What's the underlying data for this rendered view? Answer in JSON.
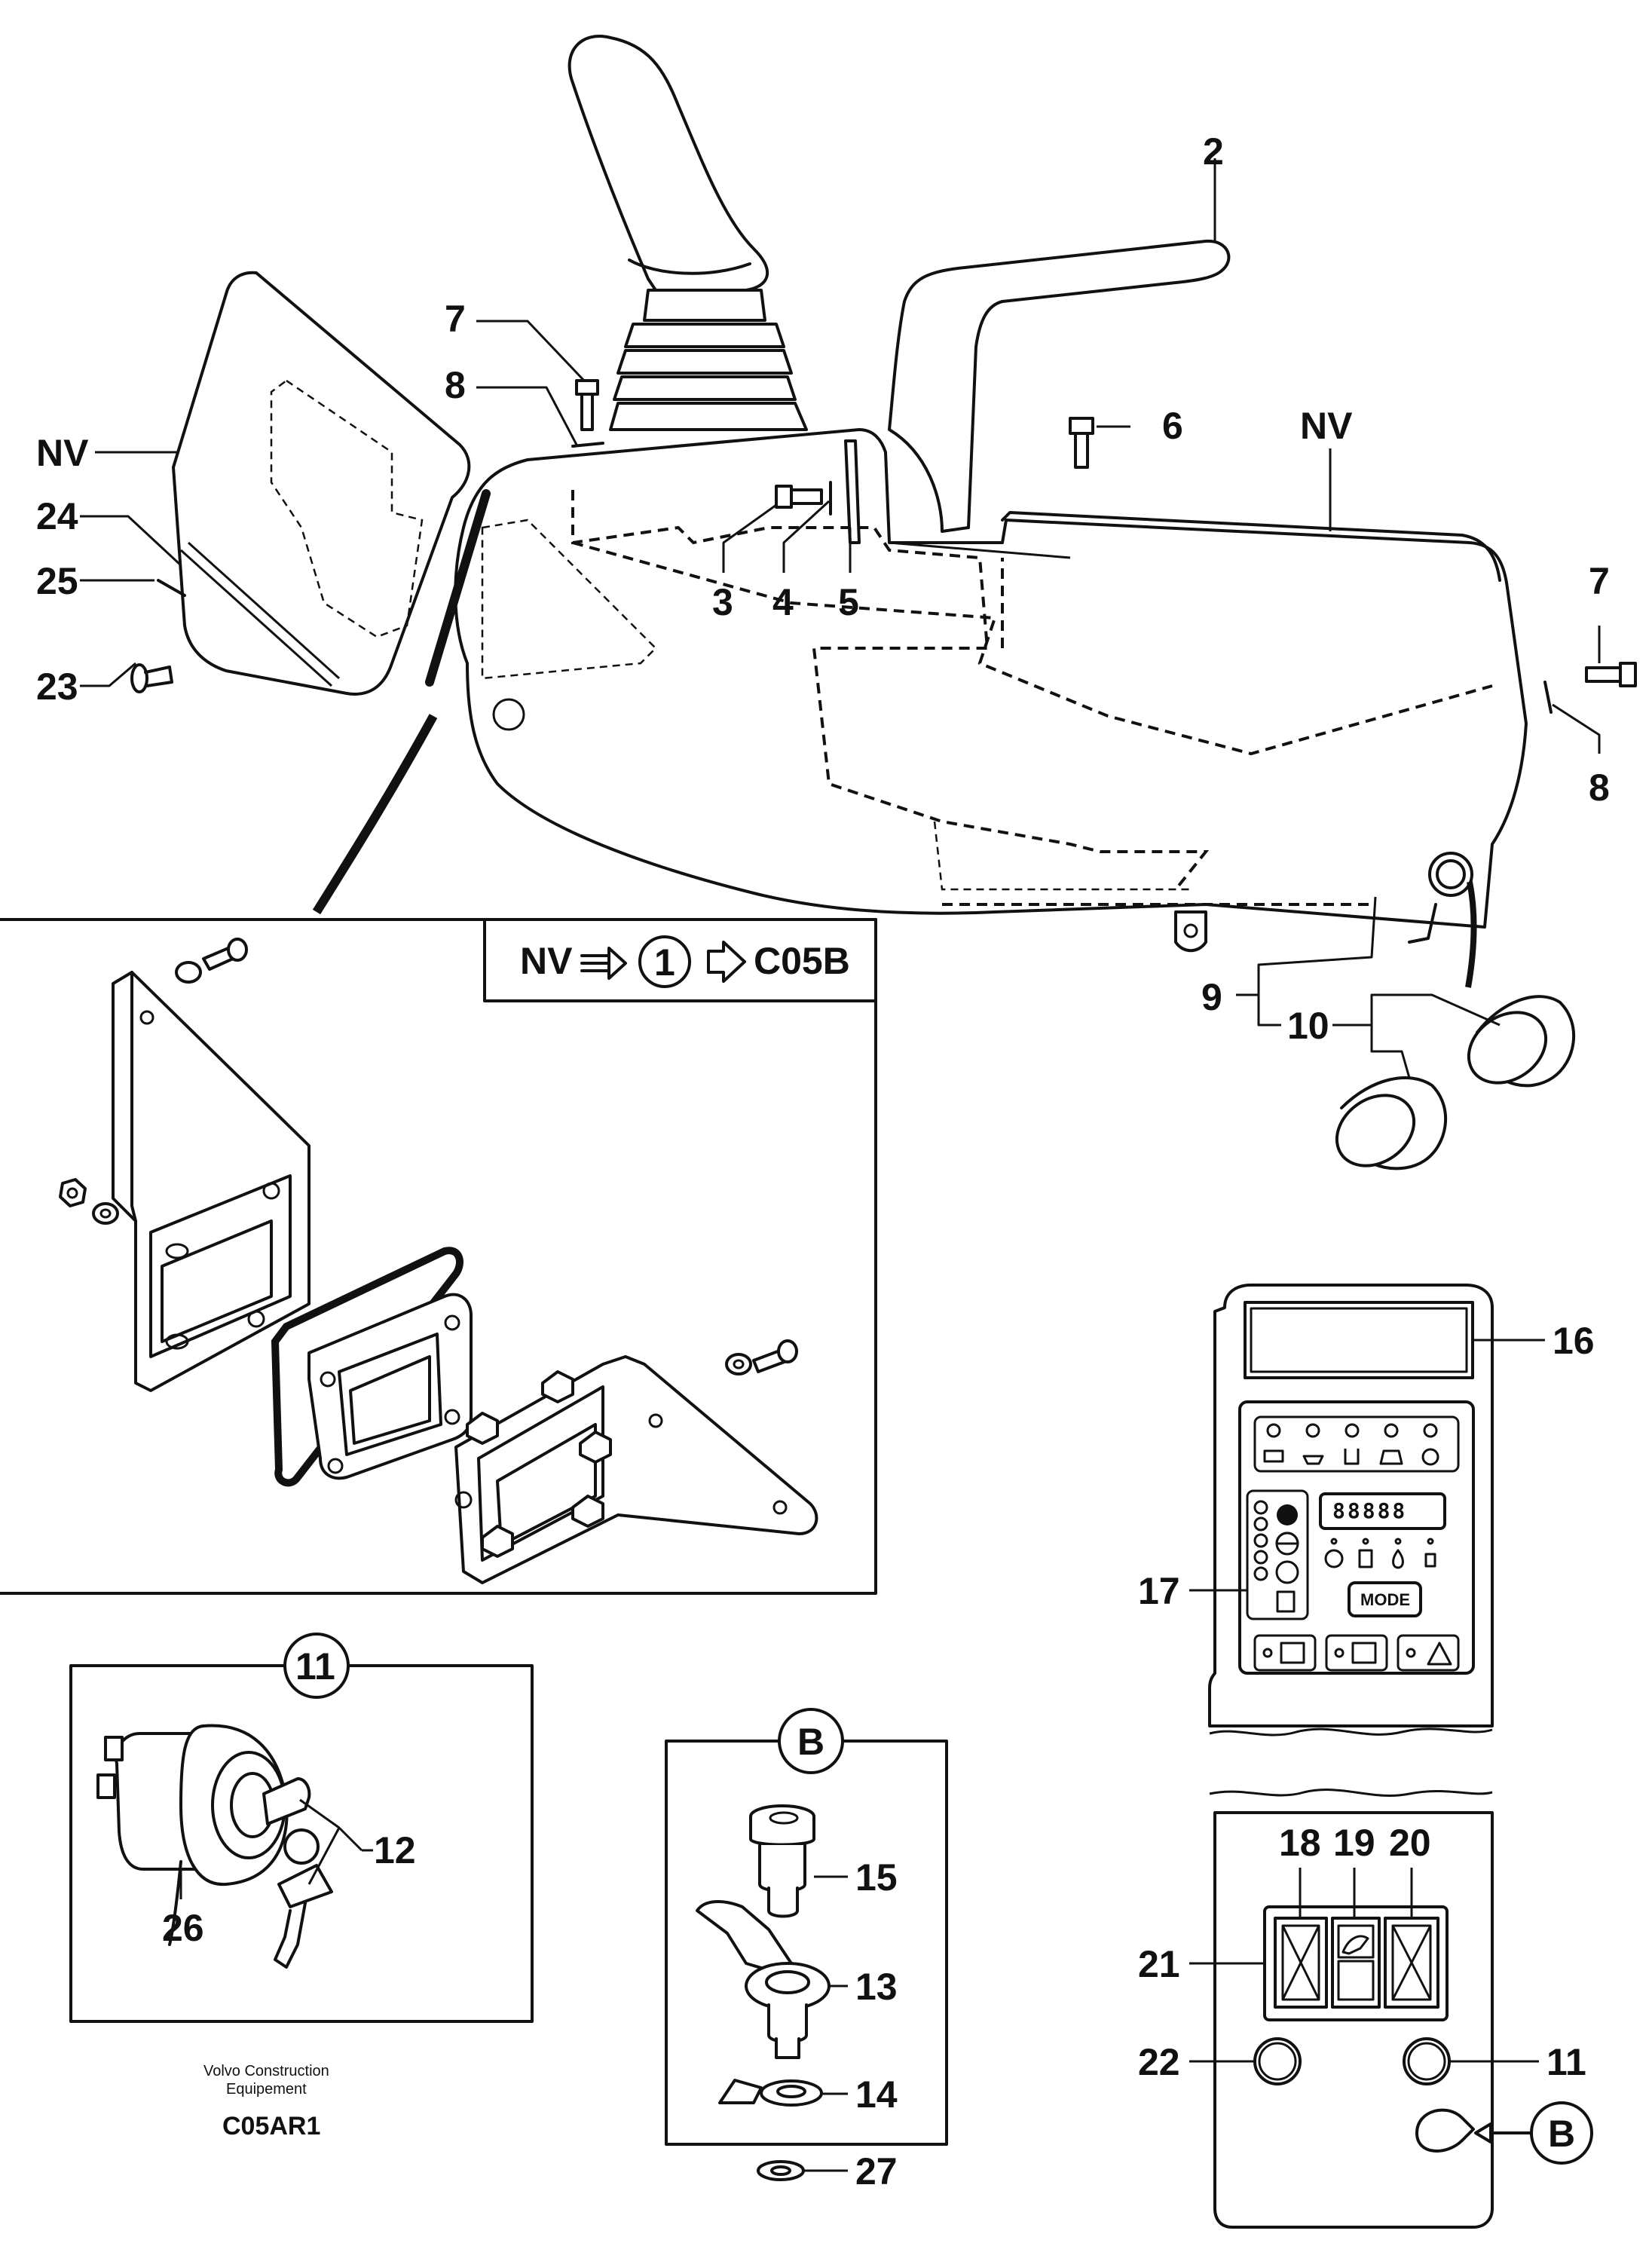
{
  "labels": {
    "l2": "2",
    "l3": "3",
    "l4": "4",
    "l5": "5",
    "l6": "6",
    "l7a": "7",
    "l7b": "7",
    "l8a": "8",
    "l8b": "8",
    "l9": "9",
    "l10": "10",
    "l11": "11",
    "l11b": "11",
    "l12": "12",
    "l13": "13",
    "l14": "14",
    "l15": "15",
    "l16": "16",
    "l17": "17",
    "l18": "18",
    "l19": "19",
    "l20": "20",
    "l21": "21",
    "l22": "22",
    "l23": "23",
    "l24": "24",
    "l25": "25",
    "l26": "26",
    "l27": "27",
    "nv_left": "NV",
    "nv_right": "NV"
  },
  "detail_header": {
    "nv": "NV",
    "circle": "1",
    "ref": "C05B"
  },
  "callouts": {
    "c11": "11",
    "cB": "B",
    "cB_panel": "B"
  },
  "panel": {
    "mode_button": "MODE",
    "display_digits": "88888"
  },
  "footer": {
    "company_line1": "Volvo Construction",
    "company_line2": "Equipement",
    "code": "C05AR1"
  }
}
